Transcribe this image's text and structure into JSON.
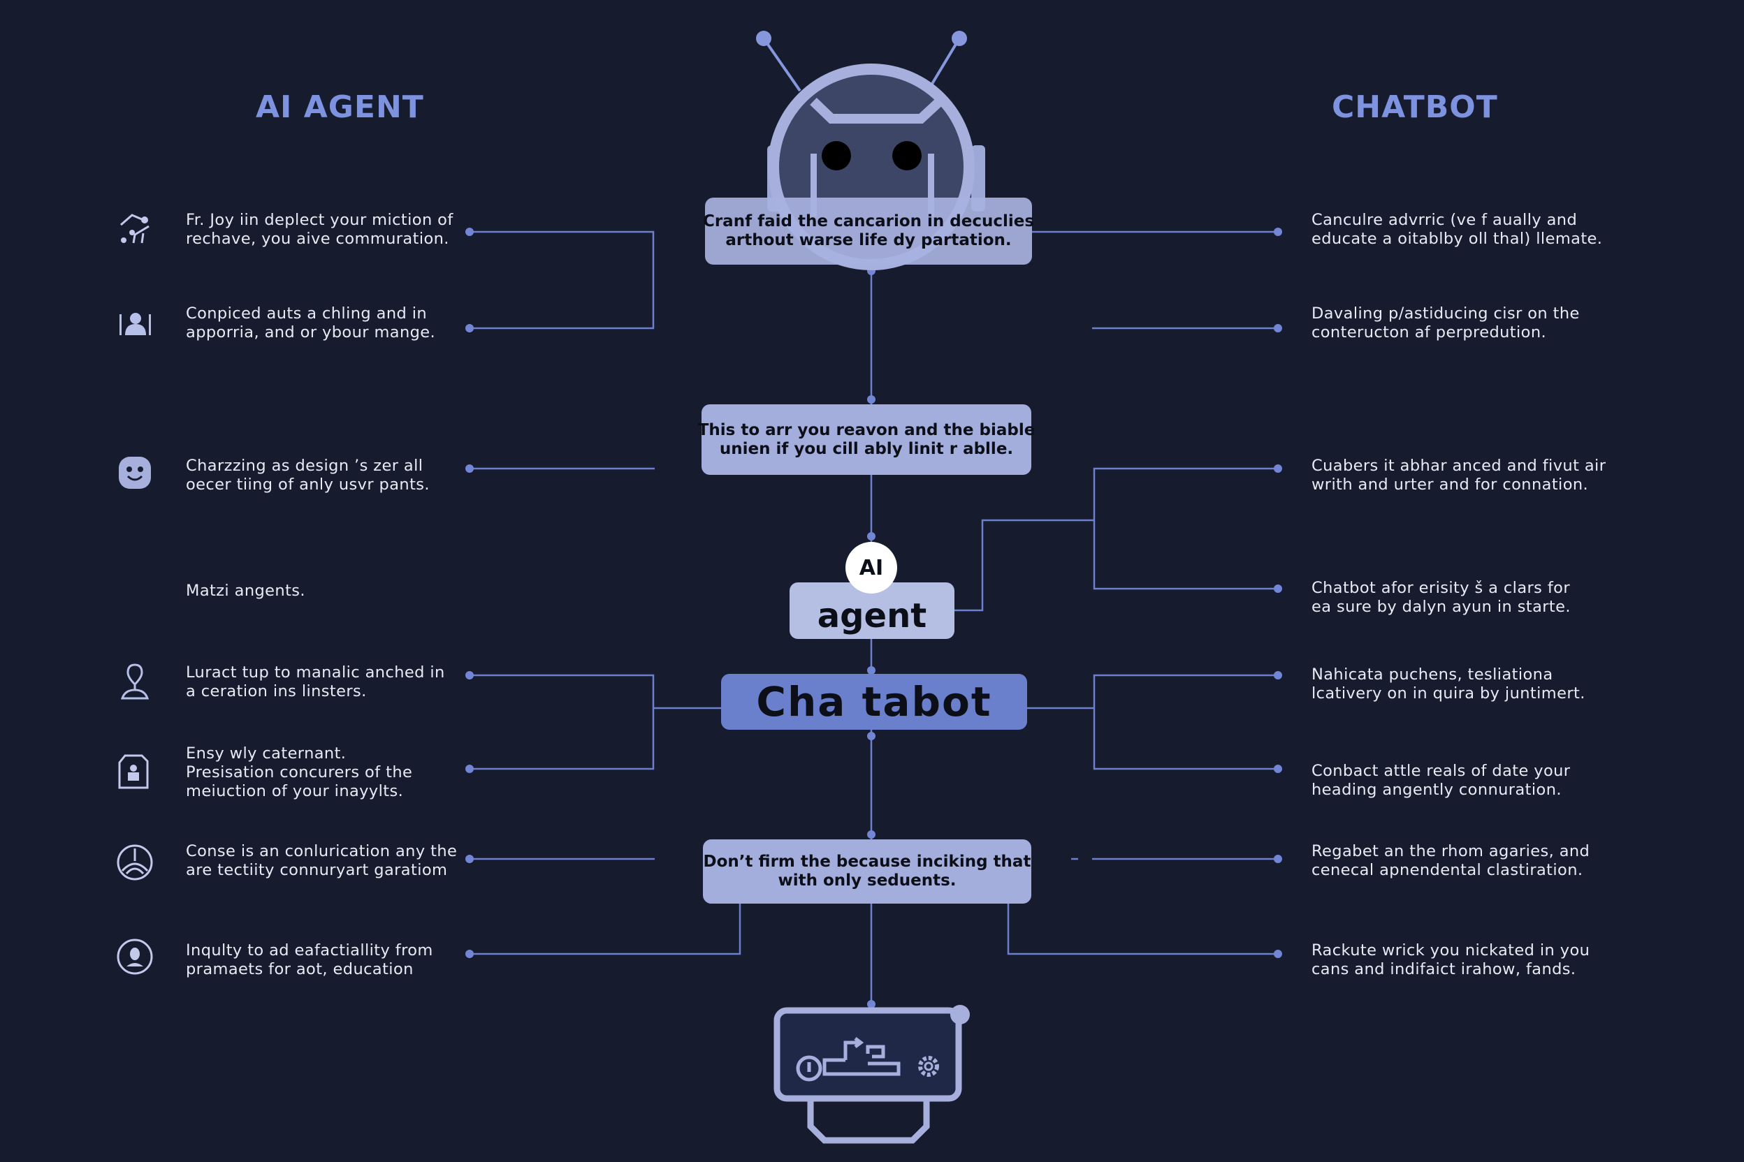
{
  "titles": {
    "left": "AI AGENT",
    "right": "CHATBOT"
  },
  "colors": {
    "background": "#161b2e",
    "accent": "#7e93e0",
    "line": "#6f7fcf",
    "box_light": "#a3aedd",
    "box_primary": "#6b80cc",
    "text": "#e8eaf4"
  },
  "center": {
    "top_box": {
      "lines": [
        "Cranf faid the cancarion in decuclies",
        "arthout warse life dy partation."
      ]
    },
    "second_box": {
      "lines": [
        "This to arr you reavon and the biable",
        "unien if you cill ably linit r ablle."
      ]
    },
    "ai_badge": "AI",
    "agent_box": "agent",
    "chatbot_box": "Cha tabot",
    "bottom_box": {
      "lines": [
        "Don’t firm the because inciking that",
        "with only seduents."
      ]
    }
  },
  "left_items": [
    {
      "icon": "network-home-icon",
      "lines": [
        "Fr. Joy iin deplect your miction of",
        "rechave, you  aive commuration."
      ]
    },
    {
      "icon": "user-frame-icon",
      "lines": [
        "Conpiced auts a chling and in",
        "apporria, and or ybour mange."
      ]
    },
    {
      "icon": "robot-face-icon",
      "lines": [
        "Charzzing as design ’s zer all",
        "oecer tiing of anly usvr pants."
      ]
    },
    {
      "icon": "",
      "lines": [
        "Matzi angents."
      ]
    },
    {
      "icon": "location-pin-icon",
      "lines": [
        "Luract tup to manalic anched in",
        "a ceration ins linsters."
      ]
    },
    {
      "icon": "profile-document-icon",
      "lines": [
        "Ensy wly caternant.",
        "Presisation concurers of the",
        "meiuction of your inayylts."
      ]
    },
    {
      "icon": "compass-wheel-icon",
      "lines": [
        "Conse is an conlurication any the",
        "are tectiity connuryart garatiom"
      ]
    },
    {
      "icon": "user-circle-icon",
      "lines": [
        "Inqulty to ad eafactiallity from",
        "pramaets for aot, education"
      ]
    }
  ],
  "right_items": [
    {
      "lines": [
        "Canculre advrric (ve f aually and",
        "educate a oitablby oll thal) llemate."
      ]
    },
    {
      "lines": [
        "Davaling p/astiducing cisr on the",
        "conteructon af perpredution."
      ]
    },
    {
      "lines": [
        "Cuabers it abhar anced and fivut air",
        "writh and urter and for connation."
      ]
    },
    {
      "lines": [
        "Chatbot afor erisity š a clars for",
        "ea sure by dalyn ayun in starte."
      ]
    },
    {
      "lines": [
        "Nahicata puchens, tesliationa",
        "lcativery on in quira by juntimert."
      ]
    },
    {
      "lines": [
        "Conbact attle reals of date your",
        "heading angently connuration."
      ]
    },
    {
      "lines": [
        "Regabet an the rhom agaries, and",
        "cenecal apnendental clastiration."
      ]
    },
    {
      "lines": [
        "Rackute wrick you nickated in you",
        "cans and indifaict irahow, fands."
      ]
    }
  ],
  "robot": {
    "icon": "robot-head-icon"
  },
  "monitor": {
    "icons": [
      "power-icon",
      "workflow-icon",
      "gear-icon"
    ]
  }
}
